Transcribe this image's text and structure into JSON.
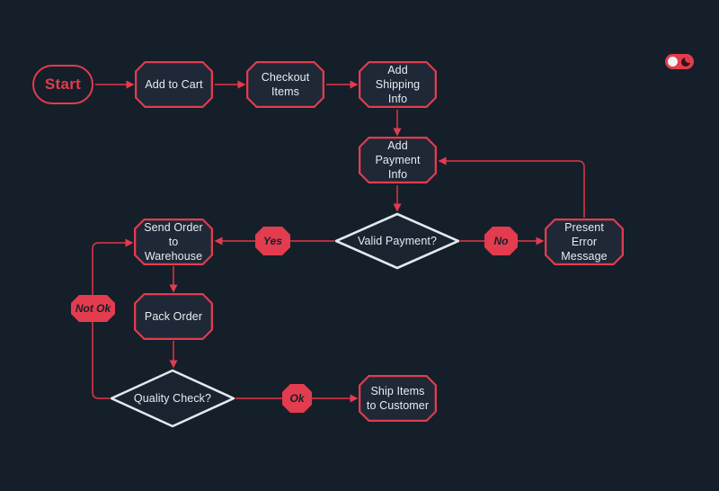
{
  "colors": {
    "background": "#151f29",
    "node_fill": "#1e2836",
    "accent_red": "#e23c4e",
    "wire_red": "#c93243",
    "node_text": "#e8ecf1",
    "diamond_border": "#e2e8ee",
    "badge_text": "#15202b"
  },
  "toggle": {
    "name": "dark-mode-toggle",
    "state": "on"
  },
  "nodes": {
    "start": {
      "label": "Start",
      "type": "terminator"
    },
    "add_to_cart": {
      "label": "Add to Cart",
      "type": "process"
    },
    "checkout_items": {
      "label": "Checkout Items",
      "type": "process"
    },
    "add_shipping_info": {
      "label": "Add Shipping Info",
      "type": "process"
    },
    "add_payment_info": {
      "label": "Add Payment Info",
      "type": "process"
    },
    "valid_payment": {
      "label": "Valid Payment?",
      "type": "decision"
    },
    "present_error": {
      "label": "Present Error Message",
      "type": "process"
    },
    "send_order": {
      "label": "Send Order to Warehouse",
      "type": "process"
    },
    "pack_order": {
      "label": "Pack Order",
      "type": "process"
    },
    "quality_check": {
      "label": "Quality Check?",
      "type": "decision"
    },
    "ship_items": {
      "label": "Ship Items to Customer",
      "type": "process"
    }
  },
  "edge_labels": {
    "yes": "Yes",
    "no": "No",
    "not_ok": "Not Ok",
    "ok": "Ok"
  },
  "edges": [
    {
      "from": "start",
      "to": "add_to_cart"
    },
    {
      "from": "add_to_cart",
      "to": "checkout_items"
    },
    {
      "from": "checkout_items",
      "to": "add_shipping_info"
    },
    {
      "from": "add_shipping_info",
      "to": "add_payment_info"
    },
    {
      "from": "add_payment_info",
      "to": "valid_payment"
    },
    {
      "from": "valid_payment",
      "to": "send_order",
      "label": "Yes"
    },
    {
      "from": "valid_payment",
      "to": "present_error",
      "label": "No"
    },
    {
      "from": "present_error",
      "to": "add_payment_info"
    },
    {
      "from": "send_order",
      "to": "pack_order"
    },
    {
      "from": "pack_order",
      "to": "quality_check"
    },
    {
      "from": "quality_check",
      "to": "send_order",
      "label": "Not Ok"
    },
    {
      "from": "quality_check",
      "to": "ship_items",
      "label": "Ok"
    }
  ]
}
